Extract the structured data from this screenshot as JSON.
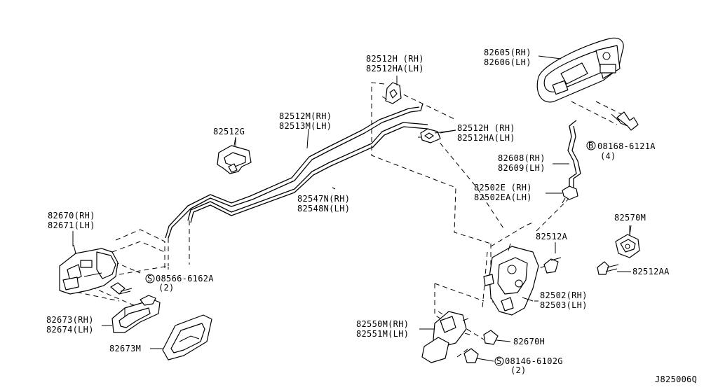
{
  "diagram_id": "J825006Q",
  "parts": {
    "p82605": [
      "82605(RH)",
      "82606(LH)"
    ],
    "p82512H_top": [
      "82512H (RH)",
      "82512HA(LH)"
    ],
    "p82512M": [
      "82512M(RH)",
      "82513M(LH)"
    ],
    "p82512G": [
      "82512G"
    ],
    "p82512H_mid": [
      "82512H (RH)",
      "82512HA(LH)"
    ],
    "p08168": [
      "08168-6121A",
      "(4)"
    ],
    "p82608": [
      "82608(RH)",
      "82609(LH)"
    ],
    "p82547N": [
      "82547N(RH)",
      "82548N(LH)"
    ],
    "p82502E": [
      "82502E (RH)",
      "82502EA(LH)"
    ],
    "p82670": [
      "82670(RH)",
      "82671(LH)"
    ],
    "p82570M": [
      "82570M"
    ],
    "p82512A": [
      "82512A"
    ],
    "p08566": [
      "08566-6162A",
      "(2)"
    ],
    "p82512AA": [
      "82512AA"
    ],
    "p82502": [
      "82502(RH)",
      "82503(LH)"
    ],
    "p82673": [
      "82673(RH)",
      "82674(LH)"
    ],
    "p82550M": [
      "82550M(RH)",
      "82551M(LH)"
    ],
    "p82670H": [
      "82670H"
    ],
    "p82673M": [
      "82673M"
    ],
    "p08146": [
      "08146-6102G",
      "(2)"
    ]
  },
  "markers": {
    "b_marker": "B",
    "s_marker": "S"
  }
}
